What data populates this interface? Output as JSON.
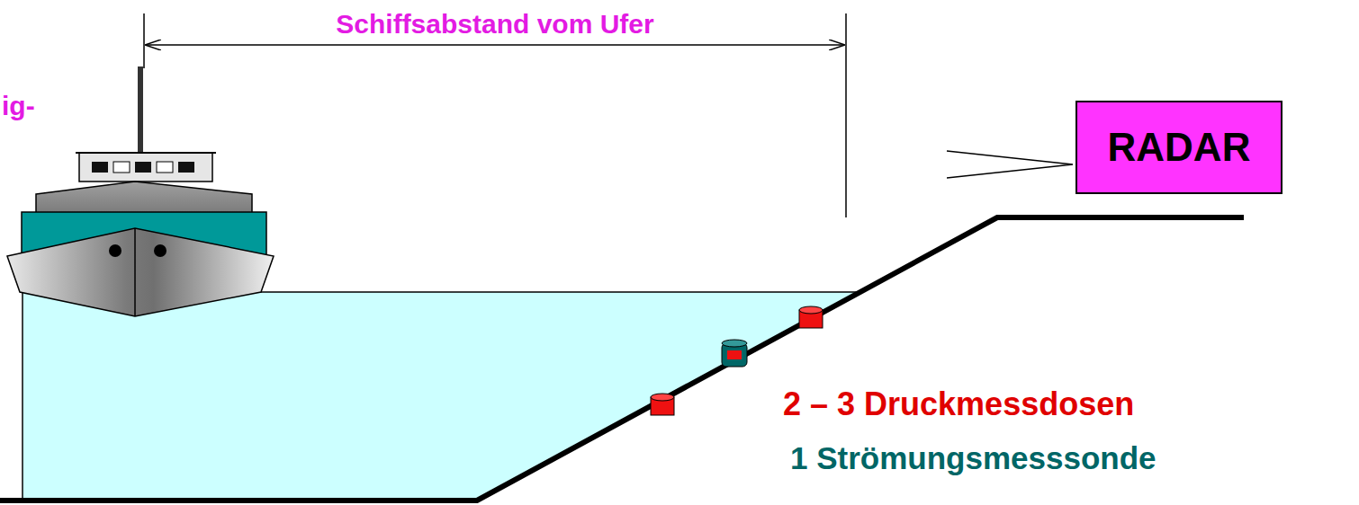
{
  "diagram": {
    "nodes": [
      {
        "text": [
          "RADAR"
        ]
      }
    ],
    "labels": [
      "ig-",
      "Schiffsabstand vom Ufer",
      "2 – 3 Druckmessdosen",
      "1 Strömungsmesssonde"
    ]
  }
}
